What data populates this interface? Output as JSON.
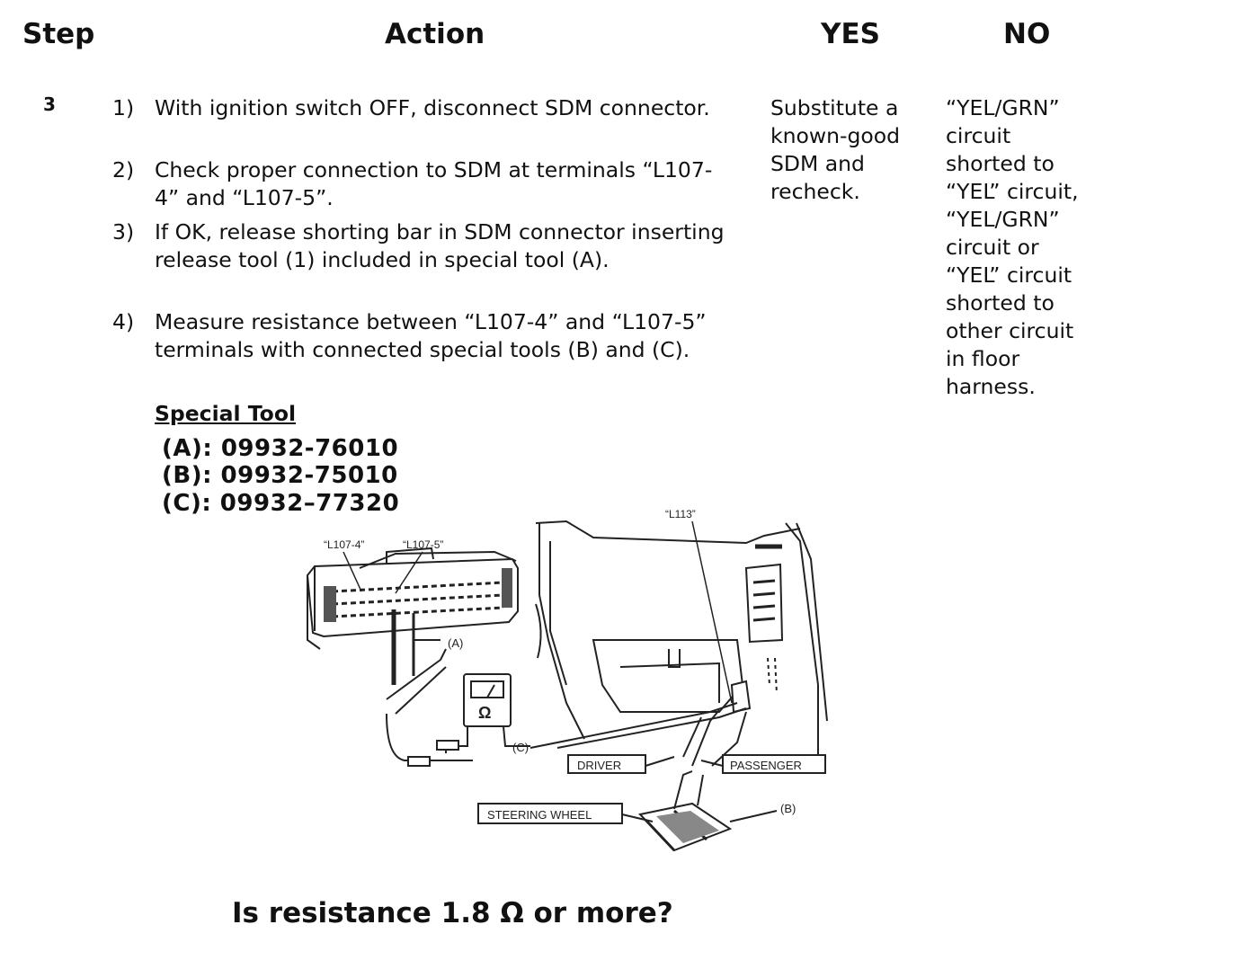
{
  "headers": {
    "step": "Step",
    "action": "Action",
    "yes": "YES",
    "no": "NO"
  },
  "step_number": "3",
  "actions": [
    {
      "num": "1)",
      "text": "With ignition switch OFF, disconnect SDM connector."
    },
    {
      "num": "2)",
      "text": "Check proper connection to SDM at terminals “L107-4” and “L107-5”."
    },
    {
      "num": "3)",
      "text": "If OK, release shorting bar in SDM connector inserting release tool (1) included in special tool (A)."
    },
    {
      "num": "4)",
      "text": "Measure resistance between “L107-4” and “L107-5” terminals with connected special tools (B) and (C)."
    }
  ],
  "special_tool": {
    "title": "Special Tool",
    "items": [
      "(A): 09932-76010",
      "(B): 09932-75010",
      "(C): 09932–77320"
    ]
  },
  "yes_text": [
    "Substitute a",
    "known-good",
    "SDM and",
    "recheck."
  ],
  "no_text": [
    "“YEL/GRN”",
    "circuit",
    "shorted to",
    "“YEL” circuit,",
    "“YEL/GRN”",
    "circuit or",
    "“YEL” circuit",
    "shorted to",
    "other circuit",
    "in floor",
    "harness."
  ],
  "diagram": {
    "labels": {
      "l107_4": "“L107-4”",
      "l107_5": "“L107-5”",
      "l113": "“L113”",
      "tool_a": "(A)",
      "tool_b": "(B)",
      "tool_c": "(C)",
      "driver": "DRIVER",
      "passenger": "PASSENGER",
      "steering_wheel": "STEERING WHEEL",
      "ohm": "Ω"
    }
  },
  "question": "Is resistance 1.8 Ω or more?"
}
